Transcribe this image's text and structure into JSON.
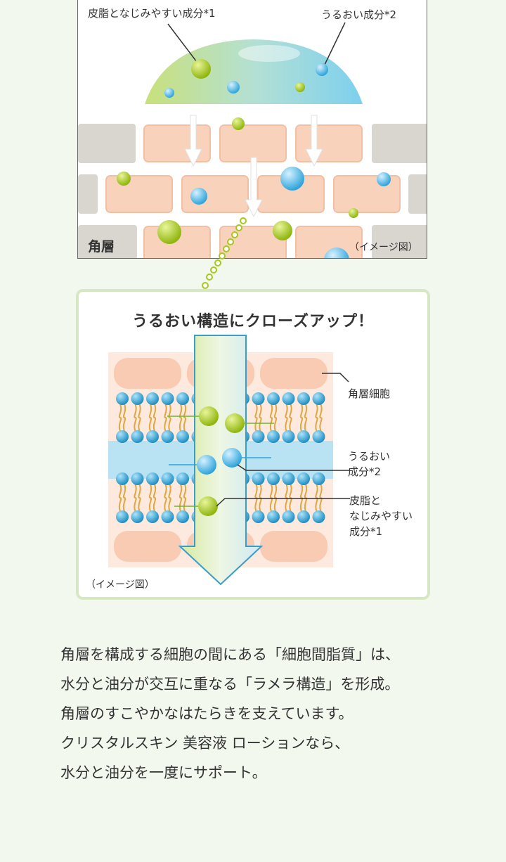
{
  "top_diagram": {
    "label_sebum_like": "皮脂となじみやすい成分*1",
    "label_moisture": "うるおい成分*2",
    "layer_label": "角層",
    "image_note": "（イメージ図）"
  },
  "closeup": {
    "title": "うるおい構造にクローズアップ！",
    "label_cell": "角層細胞",
    "label_moisture_line1": "うるおい",
    "label_moisture_line2": "成分*2",
    "label_sebum_line1": "皮脂と",
    "label_sebum_line2": "なじみやすい",
    "label_sebum_line3": "成分*1",
    "image_note": "（イメージ図）"
  },
  "description": {
    "lines": [
      "角層を構成する細胞の間にある「細胞間脂質」は、",
      "水分と油分が交互に重なる「ラメラ構造」を形成。",
      "角層のすこやかなはたらきを支えています。",
      "クリスタルスキン 美容液 ローションなら、",
      "水分と油分を一度にサポート。"
    ]
  },
  "colors": {
    "cell": "#f9d2bc",
    "green_ball": "#a5c81a",
    "blue_ball": "#4fb7e6",
    "lipid_blue": "#1d8fc4",
    "frame_green": "#d5e8c2"
  }
}
